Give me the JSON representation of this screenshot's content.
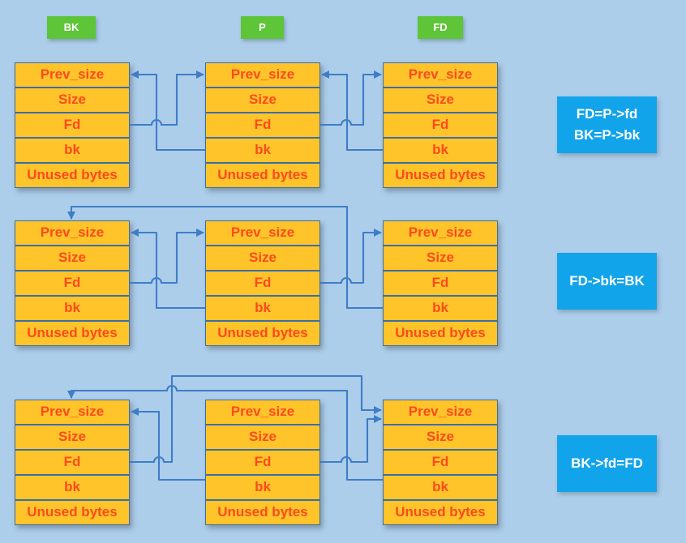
{
  "colors": {
    "background": "#ACCEEB",
    "cell_fill": "#FFC42A",
    "cell_border": "#3C6EA5",
    "cell_text": "#FB4A1E",
    "tag_green": "#5EC438",
    "op_blue": "#12A4EB",
    "arrow_blue": "#3F7DC6",
    "label_text": "#FFFFFF"
  },
  "diagram": {
    "tags": [
      "BK",
      "P",
      "FD"
    ],
    "cell_labels": [
      "Prev_size",
      "Size",
      "Fd",
      "bk",
      "Unused bytes"
    ],
    "rows": [
      {
        "operation_lines": [
          "FD=P->fd",
          "BK=P->bk"
        ],
        "arrows": [
          "BK.fd -> P",
          "P.bk -> BK",
          "P.fd -> FD",
          "FD.bk -> P"
        ]
      },
      {
        "operation_lines": [
          "FD->bk=BK"
        ],
        "arrows": [
          "BK.fd -> P",
          "P.bk -> BK",
          "P.fd -> FD",
          "FD.bk -> BK"
        ]
      },
      {
        "operation_lines": [
          "BK->fd=FD"
        ],
        "arrows": [
          "BK.fd -> FD",
          "P.bk -> BK",
          "P.fd -> FD",
          "FD.bk -> BK"
        ]
      }
    ]
  }
}
